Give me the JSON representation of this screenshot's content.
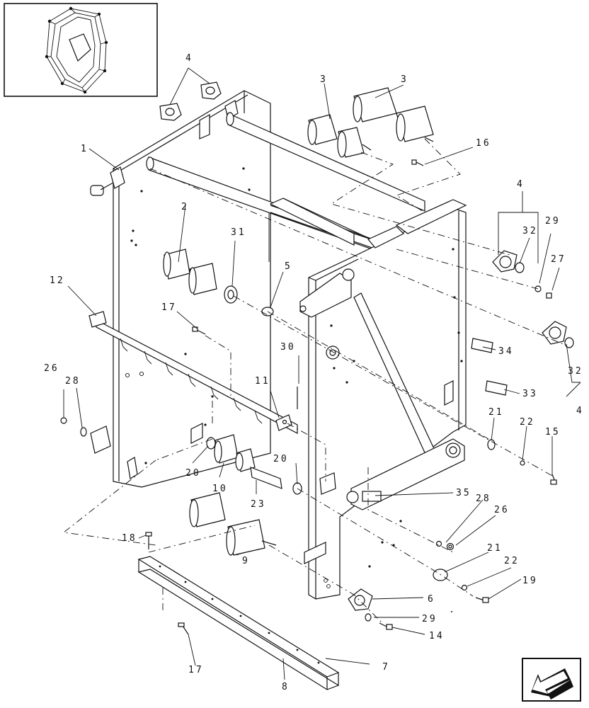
{
  "callouts": [
    {
      "id": "c1",
      "text": "1"
    },
    {
      "id": "c2",
      "text": "2"
    },
    {
      "id": "c3a",
      "text": "3"
    },
    {
      "id": "c3b",
      "text": "3"
    },
    {
      "id": "c4a",
      "text": "4"
    },
    {
      "id": "c4b",
      "text": "4"
    },
    {
      "id": "c4c",
      "text": "4"
    },
    {
      "id": "c5",
      "text": "5"
    },
    {
      "id": "c6",
      "text": "6"
    },
    {
      "id": "c7",
      "text": "7"
    },
    {
      "id": "c8",
      "text": "8"
    },
    {
      "id": "c9",
      "text": "9"
    },
    {
      "id": "c10",
      "text": "10"
    },
    {
      "id": "c11",
      "text": "11"
    },
    {
      "id": "c12",
      "text": "12"
    },
    {
      "id": "c14",
      "text": "14"
    },
    {
      "id": "c15",
      "text": "15"
    },
    {
      "id": "c16",
      "text": "16"
    },
    {
      "id": "c17a",
      "text": "17"
    },
    {
      "id": "c17b",
      "text": "17"
    },
    {
      "id": "c18",
      "text": "18"
    },
    {
      "id": "c19",
      "text": "19"
    },
    {
      "id": "c20a",
      "text": "20"
    },
    {
      "id": "c20b",
      "text": "20"
    },
    {
      "id": "c21a",
      "text": "21"
    },
    {
      "id": "c21b",
      "text": "21"
    },
    {
      "id": "c22a",
      "text": "22"
    },
    {
      "id": "c22b",
      "text": "22"
    },
    {
      "id": "c23",
      "text": "23"
    },
    {
      "id": "c26a",
      "text": "26"
    },
    {
      "id": "c26b",
      "text": "26"
    },
    {
      "id": "c27",
      "text": "27"
    },
    {
      "id": "c28a",
      "text": "28"
    },
    {
      "id": "c28b",
      "text": "28"
    },
    {
      "id": "c29a",
      "text": "29"
    },
    {
      "id": "c29b",
      "text": "29"
    },
    {
      "id": "c30",
      "text": "30"
    },
    {
      "id": "c31",
      "text": "31"
    },
    {
      "id": "c32a",
      "text": "32"
    },
    {
      "id": "c32b",
      "text": "32"
    },
    {
      "id": "c33",
      "text": "33"
    },
    {
      "id": "c34",
      "text": "34"
    },
    {
      "id": "c35",
      "text": "35"
    }
  ],
  "icons": {
    "thumbnail": "baler-chamber-thumbnail",
    "navigation": "previous-page-arrow-icon"
  }
}
